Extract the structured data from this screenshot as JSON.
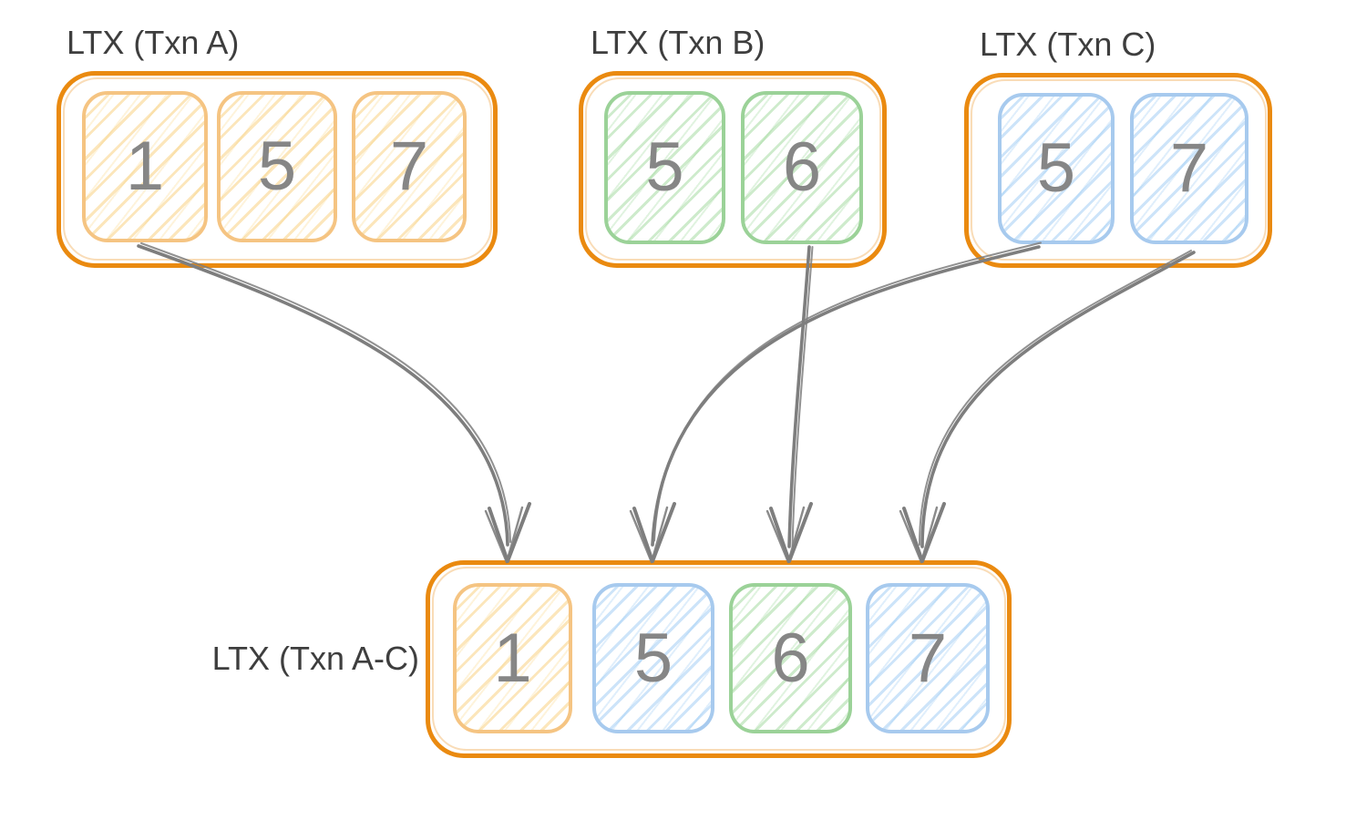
{
  "diagram": {
    "top_boxes": [
      {
        "id": "txn-a",
        "label": "LTX (Txn A)",
        "cells": [
          {
            "value": "1",
            "color": "orange"
          },
          {
            "value": "5",
            "color": "orange"
          },
          {
            "value": "7",
            "color": "orange"
          }
        ]
      },
      {
        "id": "txn-b",
        "label": "LTX (Txn B)",
        "cells": [
          {
            "value": "5",
            "color": "green"
          },
          {
            "value": "6",
            "color": "green"
          }
        ]
      },
      {
        "id": "txn-c",
        "label": "LTX (Txn C)",
        "cells": [
          {
            "value": "5",
            "color": "blue"
          },
          {
            "value": "7",
            "color": "blue"
          }
        ]
      }
    ],
    "merged_box": {
      "id": "txn-a-c",
      "label": "LTX (Txn A-C)",
      "cells": [
        {
          "value": "1",
          "color": "orange"
        },
        {
          "value": "5",
          "color": "blue"
        },
        {
          "value": "6",
          "color": "green"
        },
        {
          "value": "7",
          "color": "blue"
        }
      ]
    },
    "arrows": [
      {
        "from": "Txn A cell 1",
        "to": "merged cell 1"
      },
      {
        "from": "Txn B cell 6",
        "to": "merged cell 6"
      },
      {
        "from": "Txn C cell 5",
        "to": "merged cell 5"
      },
      {
        "from": "Txn C cell 7",
        "to": "merged cell 7"
      }
    ],
    "colors": {
      "box_border": "#EA8A10",
      "orange_cell_border": "#F5C482",
      "green_cell_border": "#9BD298",
      "blue_cell_border": "#A7CAEE",
      "arrow": "#7E7E7E",
      "number_text": "#868686",
      "label_text": "#3E3E3E"
    }
  }
}
